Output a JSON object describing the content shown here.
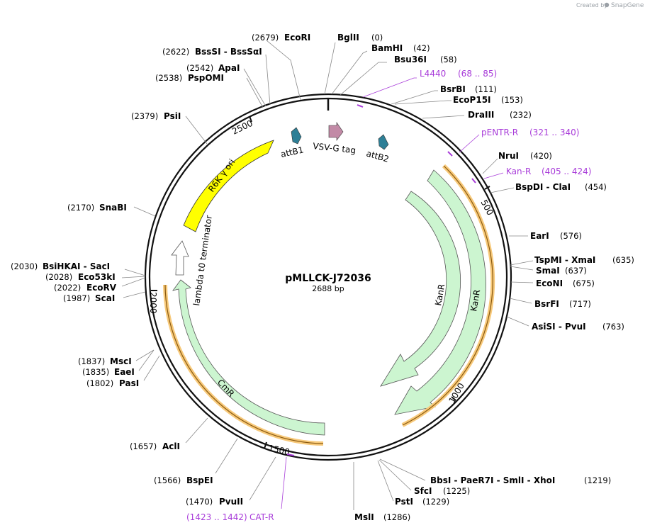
{
  "credit": {
    "text": "Created by",
    "brand": "SnapGene"
  },
  "plasmid": {
    "name": "pMLLCK-J72036",
    "length_label": "2688 bp"
  },
  "ticks": [
    "500",
    "1000",
    "1500",
    "2000",
    "2500"
  ],
  "sites": [
    {
      "id": "ecori",
      "name": "EcoRI",
      "pos": "(2679)"
    },
    {
      "id": "bglii",
      "name": "BglII",
      "pos": "(0)"
    },
    {
      "id": "bamhi",
      "name": "BamHI",
      "pos": "(42)"
    },
    {
      "id": "bsu36i",
      "name": "Bsu36I",
      "pos": "(58)"
    },
    {
      "id": "bsrbi",
      "name": "BsrBI",
      "pos": "(111)"
    },
    {
      "id": "ecop15i",
      "name": "EcoP15I",
      "pos": "(153)"
    },
    {
      "id": "draiii",
      "name": "DraIII",
      "pos": "(232)"
    },
    {
      "id": "nrui",
      "name": "NruI",
      "pos": "(420)"
    },
    {
      "id": "bspdi-clai",
      "name": "BspDI  -  ClaI",
      "pos": "(454)"
    },
    {
      "id": "eari",
      "name": "EarI",
      "pos": "(576)"
    },
    {
      "id": "tspmi-xmai",
      "name": "TspMI  -  XmaI",
      "pos": "(635)"
    },
    {
      "id": "smai",
      "name": "SmaI",
      "pos": "(637)"
    },
    {
      "id": "econi",
      "name": "EcoNI",
      "pos": "(675)"
    },
    {
      "id": "bsrfi",
      "name": "BsrFI",
      "pos": "(717)"
    },
    {
      "id": "asisi-pvui",
      "name": "AsiSI  -  PvuI",
      "pos": "(763)"
    },
    {
      "id": "bbsi-group",
      "name": "BbsI  -  PaeR7I  -  SmlI  -  XhoI",
      "pos": "(1219)"
    },
    {
      "id": "sfci",
      "name": "SfcI",
      "pos": "(1225)"
    },
    {
      "id": "psti",
      "name": "PstI",
      "pos": "(1229)"
    },
    {
      "id": "msli",
      "name": "MslI",
      "pos": "(1286)"
    },
    {
      "id": "pvuii",
      "name": "PvuII",
      "pos": "(1470)"
    },
    {
      "id": "bspei",
      "name": "BspEI",
      "pos": "(1566)"
    },
    {
      "id": "acli",
      "name": "AclI",
      "pos": "(1657)"
    },
    {
      "id": "pasi",
      "name": "PasI",
      "pos": "(1802)"
    },
    {
      "id": "eaei",
      "name": "EaeI",
      "pos": "(1835)"
    },
    {
      "id": "msci",
      "name": "MscI",
      "pos": "(1837)"
    },
    {
      "id": "scai",
      "name": "ScaI",
      "pos": "(1987)"
    },
    {
      "id": "ecorv",
      "name": "EcoRV",
      "pos": "(2022)"
    },
    {
      "id": "eco53ki",
      "name": "Eco53kI",
      "pos": "(2028)"
    },
    {
      "id": "bsihkai-saci",
      "name": "BsiHKAI  -  SacI",
      "pos": "(2030)"
    },
    {
      "id": "snabi",
      "name": "SnaBI",
      "pos": "(2170)"
    },
    {
      "id": "psii",
      "name": "PsiI",
      "pos": "(2379)"
    },
    {
      "id": "pspomi",
      "name": "PspOMI",
      "pos": "(2538)"
    },
    {
      "id": "apai",
      "name": "ApaI",
      "pos": "(2542)"
    },
    {
      "id": "bsssi",
      "name": "BssSI  -  BssSαI",
      "pos": "(2622)"
    }
  ],
  "primers": [
    {
      "id": "l4440",
      "name": "L4440",
      "range": "(68 .. 85)"
    },
    {
      "id": "pentr-r",
      "name": "pENTR-R",
      "range": "(321 .. 340)"
    },
    {
      "id": "kan-r-primer",
      "name": "Kan-R",
      "range": "(405 .. 424)"
    },
    {
      "id": "cat-r",
      "name": "CAT-R",
      "range": "(1423 .. 1442)"
    }
  ],
  "features": [
    {
      "id": "attb1",
      "label": "attB1",
      "color": "#2e7f96"
    },
    {
      "id": "vsvg",
      "label": "VSV-G tag",
      "color": "#c28aa6"
    },
    {
      "id": "attb2",
      "label": "attB2",
      "color": "#2e7f96"
    },
    {
      "id": "kanr-inner",
      "label": "KanR",
      "color": "#ccf5d0"
    },
    {
      "id": "kanr-outer",
      "label": "KanR",
      "color": "#ccf5d0"
    },
    {
      "id": "cmr",
      "label": "CmR",
      "color": "#ccf5d0"
    },
    {
      "id": "terminator",
      "label": "lambda t0 terminator",
      "color": "#ffffff"
    },
    {
      "id": "ori",
      "label": "R6K γ ori",
      "color": "#ffff00"
    }
  ]
}
